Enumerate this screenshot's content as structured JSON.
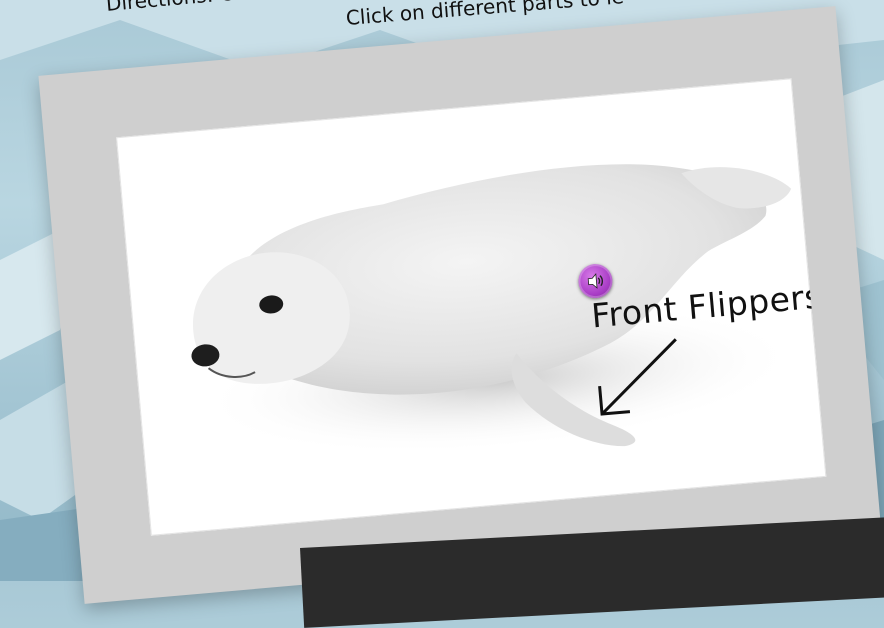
{
  "header": {
    "directions_text": "Directions: Click",
    "instruction_text": "Click on different parts to le"
  },
  "seal_card": {
    "part_label": "Front Flippers",
    "audio_icon": "speaker-icon"
  },
  "colors": {
    "frame": "#cfcfcf",
    "photo_background": "#ffffff",
    "audio_button": "#a93dc6",
    "background_ice": "#a9c9d6"
  }
}
